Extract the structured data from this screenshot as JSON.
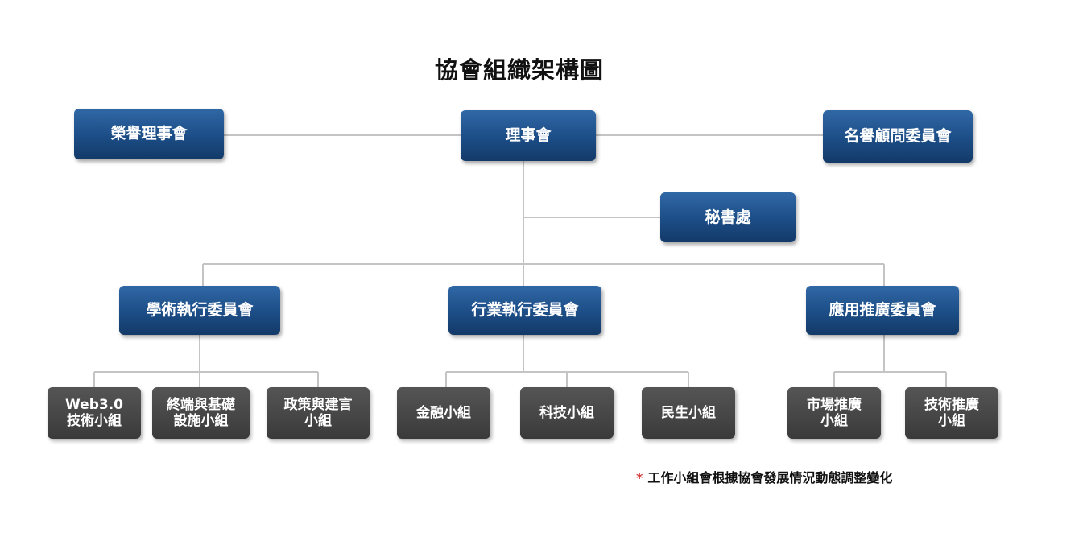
{
  "title": "協會組織架構圖",
  "top": {
    "honorary_board": "榮譽理事會",
    "board": "理事會",
    "advisory_committee": "名譽顧問委員會",
    "secretariat": "秘書處"
  },
  "committees": {
    "academic": "學術執行委員會",
    "industry": "行業執行委員會",
    "application": "應用推廣委員會"
  },
  "groups": {
    "web3": "Web3.0\n技術小組",
    "terminal": "終端與基礎\n設施小組",
    "policy": "政策與建言\n小組",
    "finance": "金融小組",
    "tech": "科技小組",
    "livelihood": "民生小組",
    "market": "市場推廣\n小組",
    "tech_promo": "技術推廣\n小組"
  },
  "note": {
    "marker": "*",
    "text": "工作小組會根據協會發展情況動態調整變化"
  }
}
